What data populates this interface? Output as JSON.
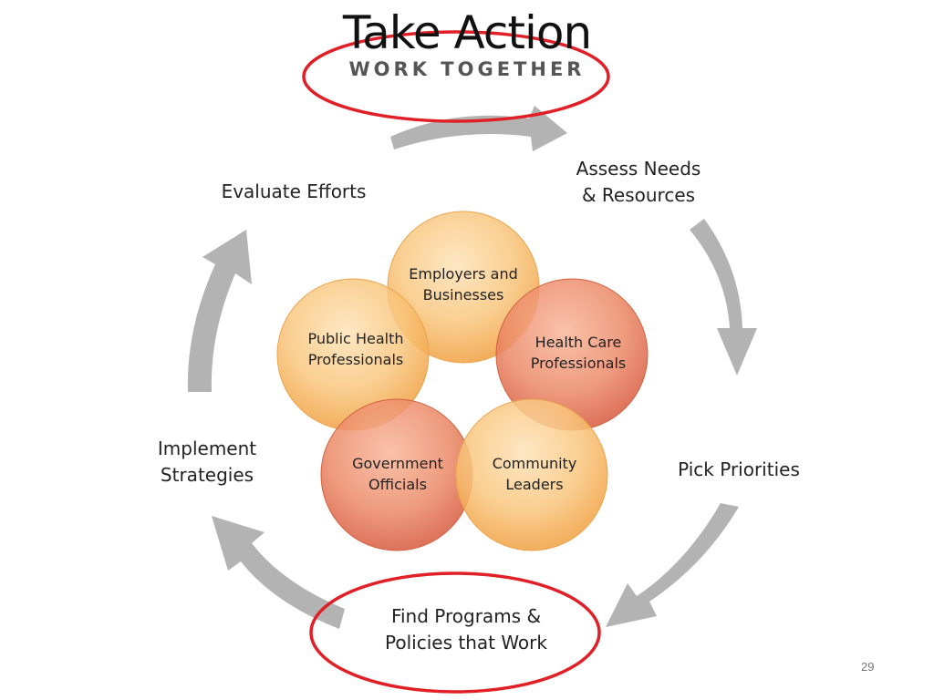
{
  "title": "Take Action",
  "subtitle": "WORK TOGETHER",
  "cycle_steps": {
    "assess": "Assess Needs\n& Resources",
    "priorities": "Pick Priorities",
    "programs": "Find Programs &\nPolicies that Work",
    "implement": "Implement\nStrategies",
    "evaluate": "Evaluate Efforts"
  },
  "partners": {
    "employers": "Employers and\nBusinesses",
    "health_care": "Health Care\nProfessionals",
    "community": "Community\nLeaders",
    "government": "Government\nOfficials",
    "public_health": "Public Health\nProfessionals"
  },
  "colors": {
    "arrow": "#b3b3b3",
    "highlight_ring": "#e01f26",
    "orange_circle": "#f7b865",
    "red_circle": "#e8775a"
  },
  "page_number": "29"
}
